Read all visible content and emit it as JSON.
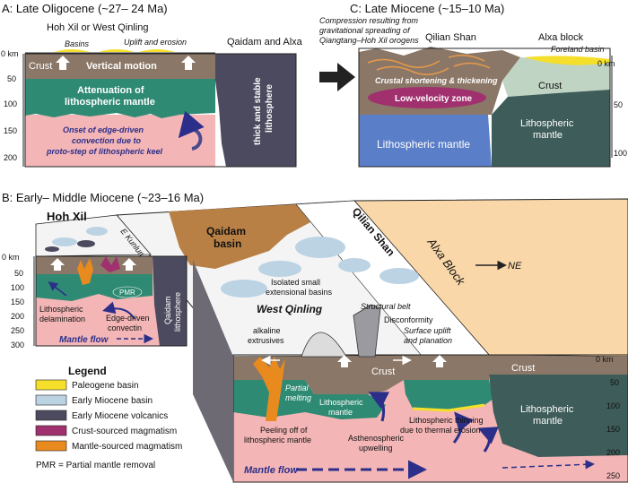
{
  "panel_a": {
    "title": "A: Late Oligocene (~27– 24 Ma)",
    "region_left": "Hoh Xil or West Qinling",
    "region_right": "Qaidam and Alxa",
    "basins": "Basins",
    "uplift": "Uplift and erosion",
    "crust": "Crust",
    "vertical_motion": "Vertical motion",
    "attenuation_1": "Attenuation of",
    "attenuation_2": "lithospheric mantle",
    "convection_1": "Onset of edge-driven",
    "convection_2": "convection due to",
    "convection_3": "proto-step of lithospheric keel",
    "stable_1": "thick and stable",
    "stable_2": "lithosphere",
    "depth_ticks": [
      "0 km",
      "50",
      "100",
      "150",
      "200"
    ]
  },
  "panel_c": {
    "title": "C: Late Miocene (~15–10 Ma)",
    "compression_1": "Compression resulting from",
    "compression_2": "gravitational spreading of",
    "compression_3": "Qiangtang–Hoh Xil orogens",
    "qilian": "Qilian Shan",
    "alxa": "Alxa block",
    "foreland": "Foreland basin",
    "shortening": "Crustal shortening & thickening",
    "lvz": "Low-velocity zone",
    "crust": "Crust",
    "mantle": "Lithospheric mantle",
    "mantle_r1": "Lithospheric",
    "mantle_r2": "mantle",
    "depth_ticks": [
      "0 km",
      "50",
      "100"
    ]
  },
  "panel_b": {
    "title": "B: Early– Middle Miocene (~23–16 Ma)",
    "hoh_xil": "Hoh Xil",
    "e_kunlun": "E Kunlun",
    "qaidam_basin_1": "Qaidam",
    "qaidam_basin_2": "basin",
    "qilian_shan": "Qilian Shan",
    "alxa_block": "Alxa Block",
    "ne": "NE",
    "isolated_1": "Isolated small",
    "isolated_2": "extensional basins",
    "west_qinling": "West Qinling",
    "structural_belt": "Structural belt",
    "disconformity": "Disconformity",
    "alkaline_1": "alkaline",
    "alkaline_2": "extrusives",
    "surface_1": "Surface uplift",
    "surface_2": "and planation",
    "crust": "Crust",
    "crust_right": "Crust",
    "partial_1": "Partial",
    "partial_2": "melting",
    "litho_mid_1": "Lithospheric",
    "litho_mid_2": "mantle",
    "litho_right_1": "Lithospheric",
    "litho_right_2": "mantle",
    "peeling_1": "Peeling off of",
    "peeling_2": "lithospheric mantle",
    "astheno_1": "Asthenospheric",
    "astheno_2": "upwelling",
    "thinning_1": "Lithospheric thinning",
    "thinning_2": "due to thermal erosion",
    "mantle_flow": "Mantle flow",
    "inset_pmr": "PMR",
    "inset_qaidam_1": "Qaidam",
    "inset_qaidam_2": "lithosphere",
    "inset_delam_1": "Lithospheric",
    "inset_delam_2": "delamination",
    "inset_edge_1": "Edge-driven",
    "inset_edge_2": "convectin",
    "inset_mantle_flow": "Mantle flow",
    "inset_depths": [
      "0 km",
      "50",
      "100",
      "150",
      "200",
      "250",
      "300"
    ],
    "depth_ticks": [
      "0 km",
      "50",
      "100",
      "150",
      "200",
      "250"
    ]
  },
  "legend": {
    "title": "Legend",
    "items": [
      {
        "label": "Paleogene basin",
        "color": "#f5df2a"
      },
      {
        "label": "Early Miocene basin",
        "color": "#bcd3e4"
      },
      {
        "label": "Early Miocene volcanics",
        "color": "#4c4a5e"
      },
      {
        "label": "Crust-sourced magmatism",
        "color": "#a0316e"
      },
      {
        "label": "Mantle-sourced magmatism",
        "color": "#e88a1e"
      }
    ],
    "pmr_note": "PMR = Partial mantle removal"
  }
}
